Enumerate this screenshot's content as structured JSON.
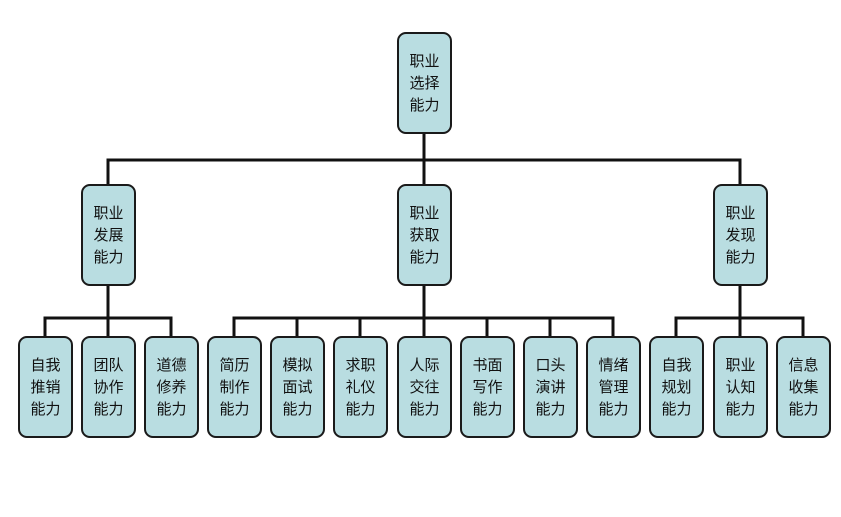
{
  "diagram": {
    "root": {
      "text": "职业选择能力"
    },
    "branches": [
      {
        "text": "职业发展能力",
        "children": [
          "自我推销能力",
          "团队协作能力",
          "道德修养能力"
        ]
      },
      {
        "text": "职业获取能力",
        "children": [
          "简历制作能力",
          "模拟面试能力",
          "求职礼仪能力",
          "人际交往能力",
          "书面写作能力",
          "口头演讲能力",
          "情绪管理能力"
        ]
      },
      {
        "text": "职业发现能力",
        "children": [
          "自我规划能力",
          "职业认知能力",
          "信息收集能力"
        ]
      }
    ],
    "colors": {
      "node_fill": "#b9dde1",
      "border": "#1a1a1a",
      "connector": "#111111"
    }
  }
}
